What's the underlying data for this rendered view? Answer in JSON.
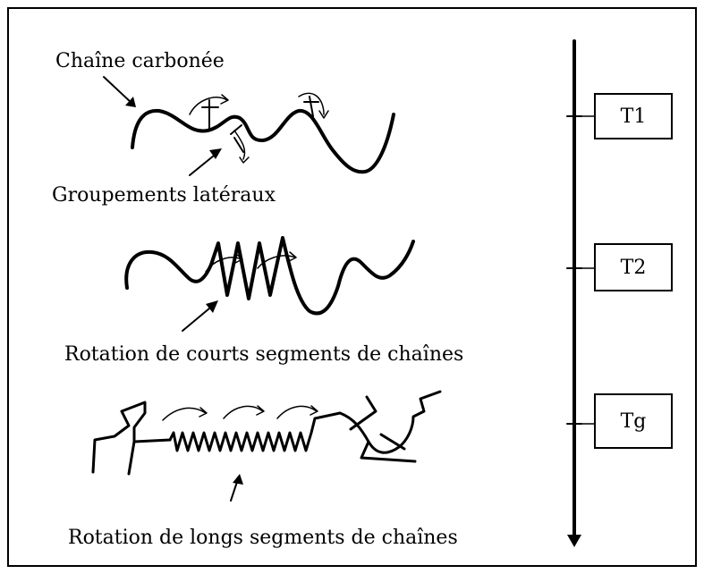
{
  "labels": {
    "carbon_chain": "Chaîne carbonée",
    "side_groups": "Groupements latéraux",
    "short_segments": "Rotation de courts segments de chaînes",
    "long_segments": "Rotation de longs segments de chaînes"
  },
  "temperature_marks": [
    "T1",
    "T2",
    "Tg"
  ],
  "colors": {
    "ink": "#000000",
    "background": "#ffffff"
  }
}
